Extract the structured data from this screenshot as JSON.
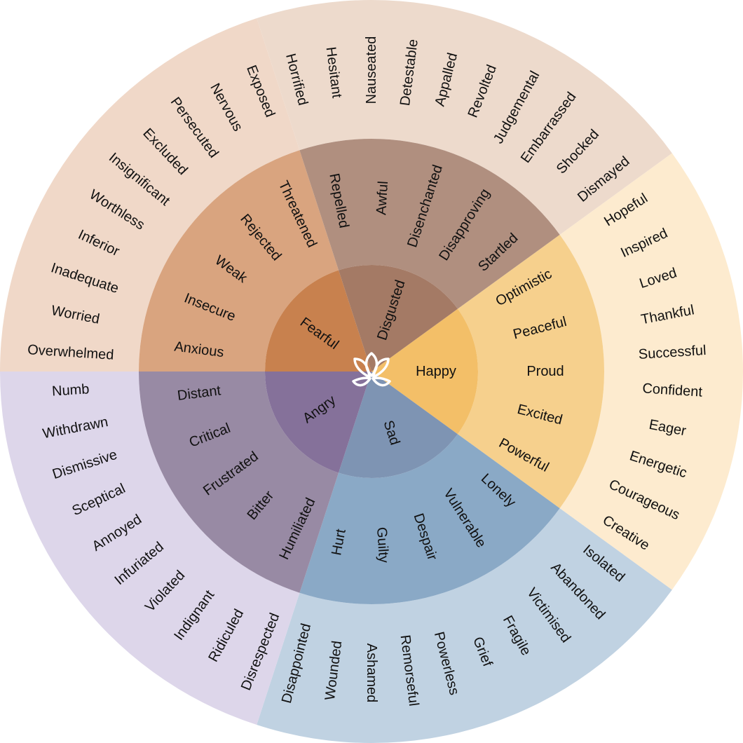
{
  "wheel": {
    "center_icon": "lotus-flower-icon",
    "sectors": [
      {
        "core": "Happy",
        "colors": {
          "core": "#f3bf68",
          "mid": "#f6d08d",
          "outer": "#fdebcf"
        },
        "middle": [
          "Optimistic",
          "Peaceful",
          "Proud",
          "Excited",
          "Powerful"
        ],
        "outer": [
          "Hopeful",
          "Inspired",
          "Loved",
          "Thankful",
          "Successful",
          "Confident",
          "Eager",
          "Energetic",
          "Courageous",
          "Creative"
        ]
      },
      {
        "core": "Sad",
        "colors": {
          "core": "#7e94b3",
          "mid": "#8aa9c6",
          "outer": "#c0d2e2"
        },
        "middle": [
          "Lonely",
          "Vulnerable",
          "Despair",
          "Guilty",
          "Hurt"
        ],
        "outer": [
          "Isolated",
          "Abandoned",
          "Victimised",
          "Fragile",
          "Grief",
          "Powerless",
          "Remorseful",
          "Ashamed",
          "Wounded",
          "Disappointed"
        ]
      },
      {
        "core": "Angry",
        "colors": {
          "core": "#85719a",
          "mid": "#988aa4",
          "outer": "#ddd6ea"
        },
        "middle": [
          "Humiliated",
          "Bitter",
          "Frustrated",
          "Critical",
          "Distant"
        ],
        "outer": [
          "Disrespected",
          "Ridiculed",
          "Indignant",
          "Violated",
          "Infuriated",
          "Annoyed",
          "Sceptical",
          "Dismissive",
          "Withdrawn",
          "Numb"
        ]
      },
      {
        "core": "Fearful",
        "colors": {
          "core": "#c8814e",
          "mid": "#d9a47f",
          "outer": "#f0d8c8"
        },
        "middle": [
          "Anxious",
          "Insecure",
          "Weak",
          "Rejected",
          "Threatened"
        ],
        "outer": [
          "Overwhelmed",
          "Worried",
          "Inadequate",
          "Inferior",
          "Worthless",
          "Insignificant",
          "Excluded",
          "Persecuted",
          "Nervous",
          "Exposed"
        ]
      },
      {
        "core": "Disgusted",
        "colors": {
          "core": "#a47a65",
          "mid": "#b08f7f",
          "outer": "#eddacc"
        },
        "middle": [
          "Repelled",
          "Awful",
          "Disenchanted",
          "Disapproving",
          "Startled"
        ],
        "outer": [
          "Horrified",
          "Hesitant",
          "Nauseated",
          "Detestable",
          "Appalled",
          "Revolted",
          "Judgemental",
          "Embarrassed",
          "Shocked",
          "Dismayed"
        ]
      }
    ]
  }
}
